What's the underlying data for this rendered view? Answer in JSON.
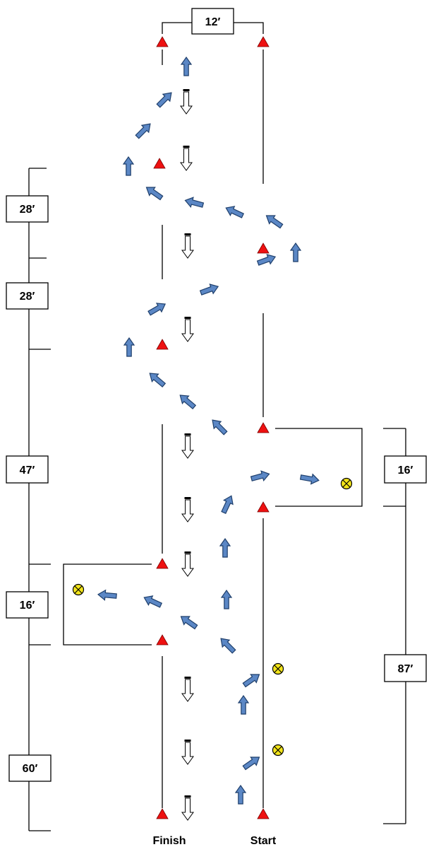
{
  "top_width": "12′",
  "left_dimensions": [
    "28′",
    "28′",
    "47′",
    "16′",
    "60′"
  ],
  "right_dimensions": [
    "16′",
    "87′"
  ],
  "labels": {
    "finish": "Finish",
    "start": "Start"
  },
  "colors": {
    "cone": "#ee1111",
    "arrow_fill": "#5b87c5",
    "arrow_stroke": "#1f3f6b",
    "marker": "#f3e51a",
    "line": "#000000"
  },
  "icons": {
    "cone": "red-triangle-cone",
    "direction": "blue-arrow",
    "return": "white-down-arrow",
    "marker": "yellow-x-circle"
  }
}
